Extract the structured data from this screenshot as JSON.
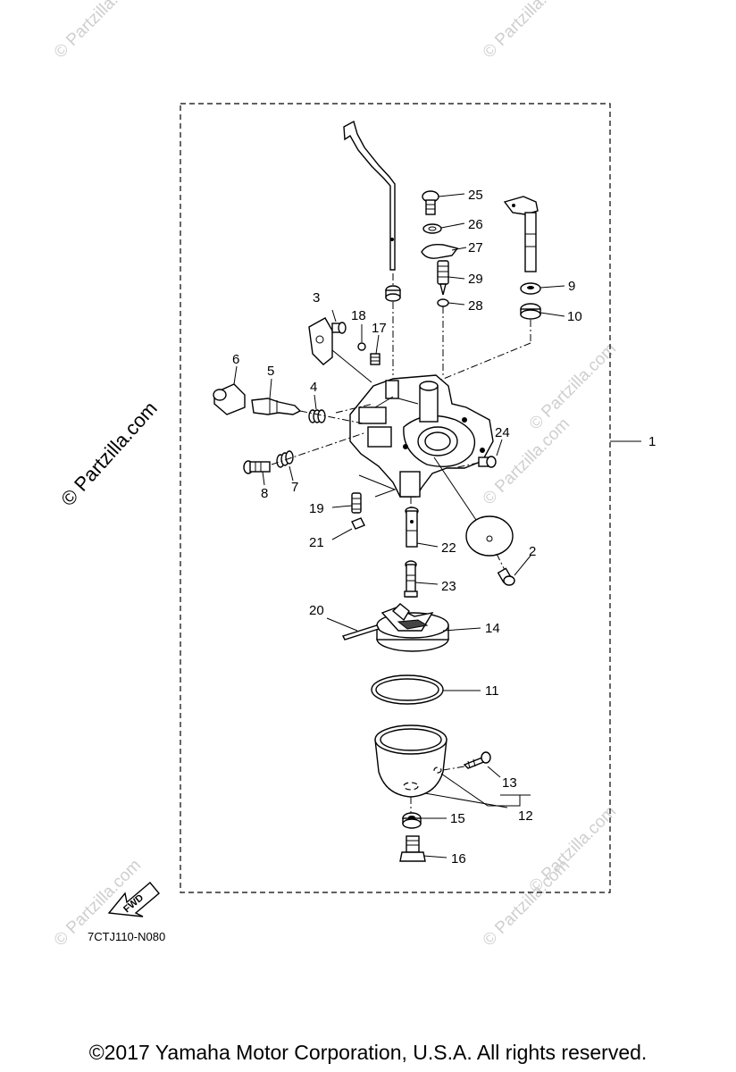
{
  "watermarks": {
    "main": "© Partzilla.com",
    "faint": "© Partzilla.com"
  },
  "diagram_code": "7CTJ110-N080",
  "fwd_label": "FWD",
  "copyright": "©2017  Yamaha Motor Corporation, U.S.A. All rights reserved.",
  "callouts": {
    "c1": "1",
    "c2": "2",
    "c3": "3",
    "c4": "4",
    "c5": "5",
    "c6": "6",
    "c7": "7",
    "c8": "8",
    "c9": "9",
    "c10": "10",
    "c11": "11",
    "c12": "12",
    "c13": "13",
    "c14": "14",
    "c15": "15",
    "c16": "16",
    "c17": "17",
    "c18": "18",
    "c19": "19",
    "c20": "20",
    "c21": "21",
    "c22": "22",
    "c23": "23",
    "c24": "24",
    "c25": "25",
    "c26": "26",
    "c27": "27",
    "c28": "28",
    "c29": "29"
  }
}
